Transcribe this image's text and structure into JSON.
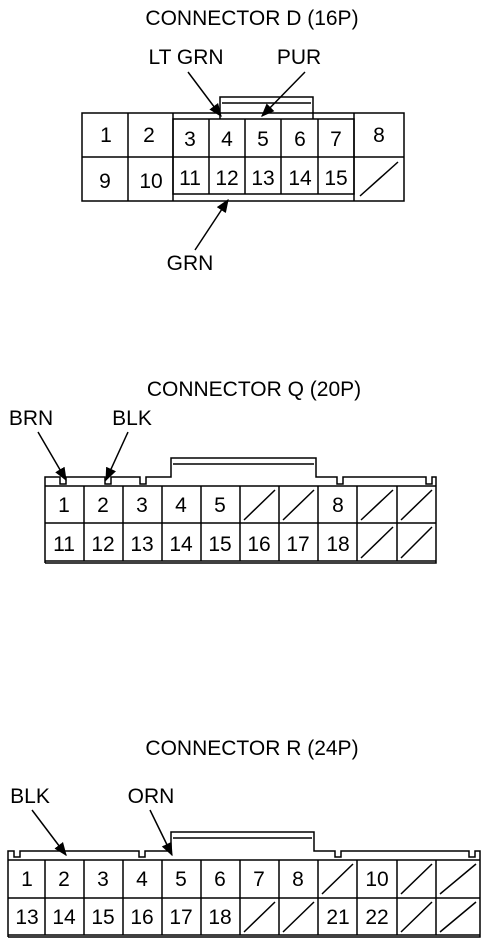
{
  "connectors": [
    {
      "title": "CONNECTOR D (16P)",
      "wires": [
        "LT GRN",
        "PUR",
        "GRN"
      ],
      "cells": [
        "1",
        "2",
        "3",
        "4",
        "5",
        "6",
        "7",
        "8",
        "9",
        "10",
        "11",
        "12",
        "13",
        "14",
        "15",
        ""
      ]
    },
    {
      "title": "CONNECTOR Q (20P)",
      "wires": [
        "BRN",
        "BLK"
      ],
      "cells": [
        "1",
        "2",
        "3",
        "4",
        "5",
        "",
        "",
        "8",
        "",
        "",
        "11",
        "12",
        "13",
        "14",
        "15",
        "16",
        "17",
        "18",
        "",
        ""
      ]
    },
    {
      "title": "CONNECTOR R (24P)",
      "wires": [
        "BLK",
        "ORN"
      ],
      "cells": [
        "1",
        "2",
        "3",
        "4",
        "5",
        "6",
        "7",
        "8",
        "",
        "10",
        "",
        "",
        "13",
        "14",
        "15",
        "16",
        "17",
        "18",
        "",
        "",
        "21",
        "22",
        "",
        ""
      ]
    }
  ],
  "colors": {
    "line": "#000000",
    "background": "#ffffff"
  }
}
